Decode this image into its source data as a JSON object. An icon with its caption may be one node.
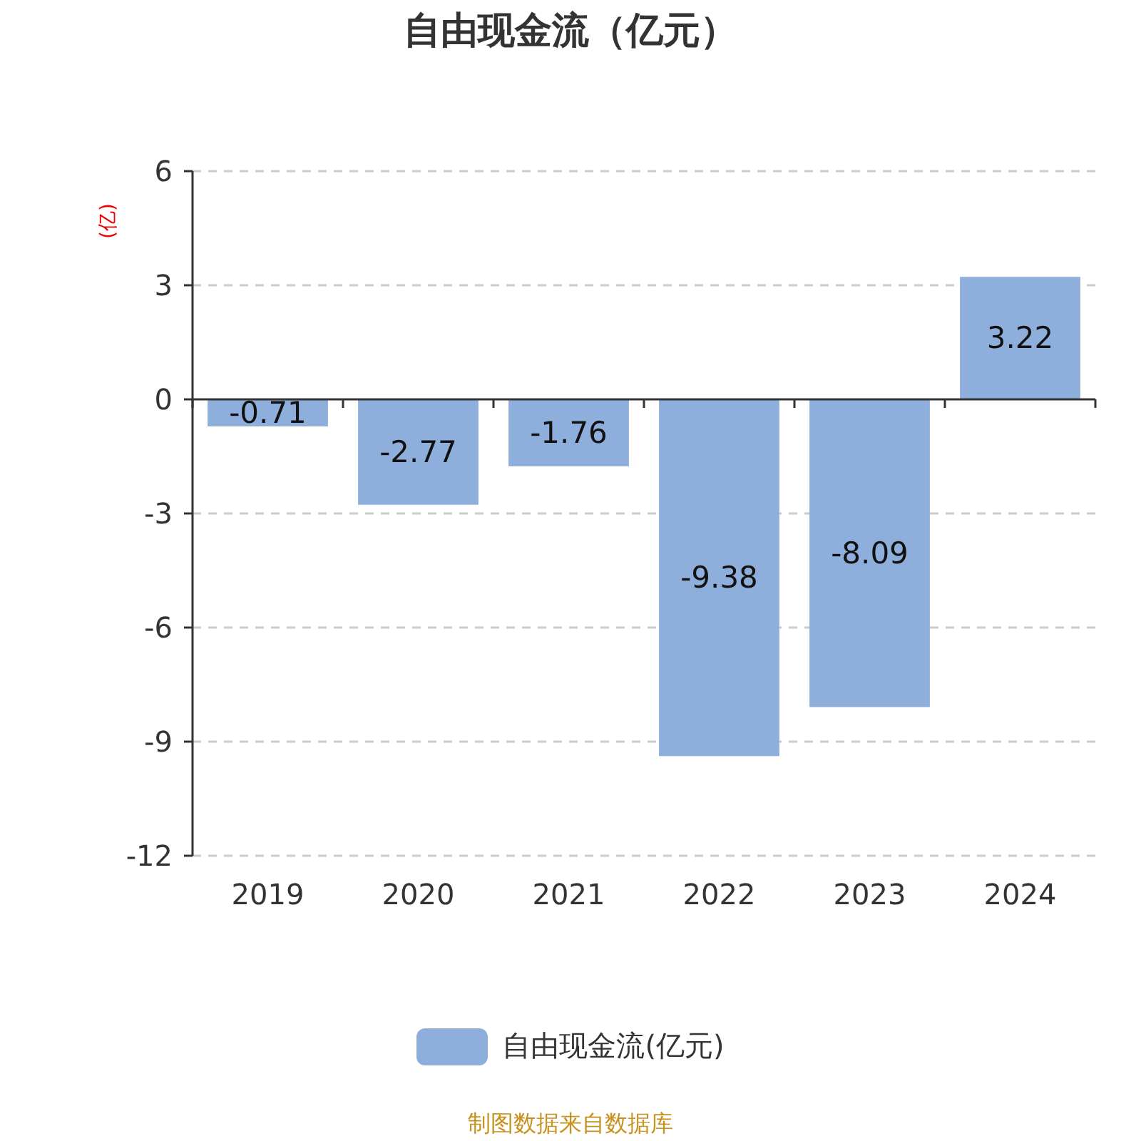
{
  "diagram": {
    "title": "自由现金流（亿元）",
    "labels": [
      "制图数据来自数据库"
    ],
    "legend": [
      {
        "text": "自由现金流(亿元)",
        "color": "#8eaedb"
      }
    ],
    "chart_data": {
      "type": "bar",
      "ylabel": "(亿)",
      "categories": [
        "2019",
        "2020",
        "2021",
        "2022",
        "2023",
        "2024"
      ],
      "series": [
        {
          "color": "#8eaedb",
          "values": [
            -0.71,
            -2.77,
            -1.76,
            -9.38,
            -8.09,
            3.22
          ]
        }
      ],
      "ylim": [
        -12,
        6
      ],
      "grid": true,
      "yticks": [
        -12,
        -9,
        -6,
        -3,
        0,
        3,
        6
      ],
      "data_labels": true
    }
  }
}
